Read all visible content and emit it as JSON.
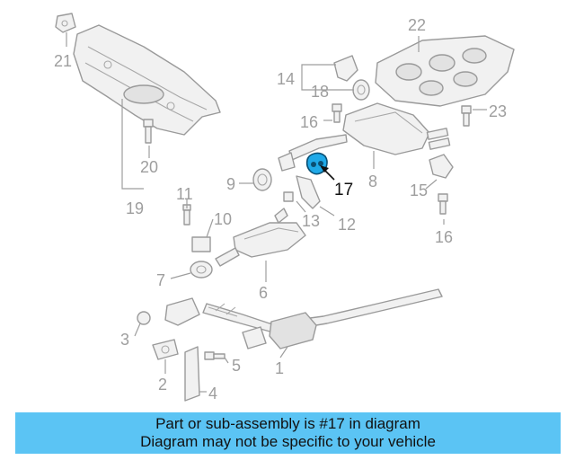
{
  "diagram": {
    "callouts": {
      "c1": "1",
      "c2": "2",
      "c3": "3",
      "c4": "4",
      "c5": "5",
      "c6": "6",
      "c7": "7",
      "c8": "8",
      "c9": "9",
      "c10": "10",
      "c11": "11",
      "c12": "12",
      "c13": "13",
      "c14": "14",
      "c15": "15",
      "c16a": "16",
      "c16b": "16",
      "c17": "17",
      "c18": "18",
      "c19": "19",
      "c20": "20",
      "c21": "21",
      "c22": "22",
      "c23": "23"
    },
    "highlight_part": "17",
    "highlight_color": "#1fa9e8"
  },
  "banner": {
    "line1": "Part or sub-assembly is #17 in diagram",
    "line2": "Diagram may not be specific to your vehicle",
    "color": "#5bc4f4"
  }
}
